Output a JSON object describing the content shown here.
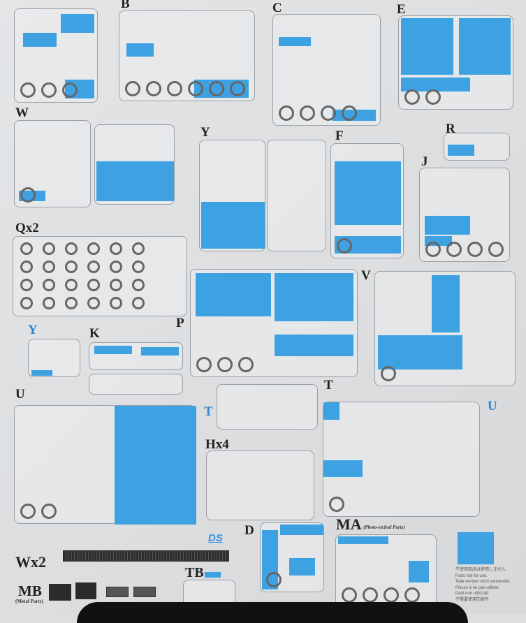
{
  "sheet": {
    "accent_color": "#3ea2e2",
    "labels": {
      "B": "B",
      "C": "C",
      "E": "E",
      "W": "W",
      "Y": "Y",
      "R": "R",
      "J": "J",
      "F": "F",
      "Q": "Qx2",
      "V": "V",
      "Y2": "Y",
      "K": "K",
      "P": "P",
      "U": "U",
      "T": "T",
      "T2": "T",
      "U2": "U",
      "H": "Hx4",
      "D": "D",
      "MA": "MA",
      "W2": "Wx2",
      "MB": "MB",
      "TB": "TB"
    },
    "sublabels": {
      "MA": "(Photo-etched Parts)",
      "MB": "(Metal Parts)"
    },
    "logo": "DS",
    "notice": [
      "不使用部品は使用しません",
      "Parts not for use.",
      "Teile werden nicht verwendet.",
      "Pièces à ne pas utiliser.",
      "Parti non utilizzati.",
      "不需要使用的部件"
    ]
  }
}
